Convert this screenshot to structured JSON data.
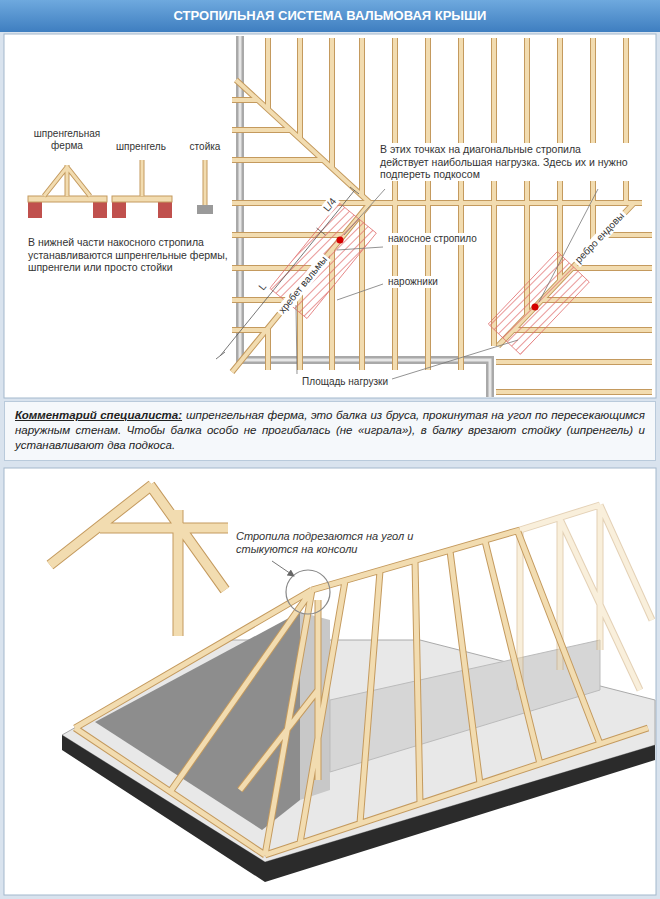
{
  "diagram": {
    "title": "СТРОПИЛЬНАЯ СИСТЕМА ВАЛЬМОВАЯ КРЫШИ",
    "nodes": [
      {
        "text": [
          "Комментарий специалиста:",
          "шпренгельная ферма, это балка из бруса, прокинутая на угол по пересекающимся наружным стенам. Чтобы балка особо не прогибалась (не «играла»), в балку врезают стойку (шпренгель) и устанавливают два подкоса."
        ]
      }
    ],
    "labels": [
      "шпренгельная ферма",
      "шпренгель",
      "стойка",
      "В нижней части накосного стропила устанавливаются шпренгельные фермы, шпренгели или просто стойки",
      "В этих точках на диагональные стропила действует наибольшая нагрузка. Здесь их и нужно подпереть подкосом",
      "L/4",
      "L",
      "хребет вальмы",
      "накосное стропило",
      "ребро ендовы",
      "нарожники",
      "Площадь нагрузки",
      "Стропила подрезаются на угол и стыкуются на консоли"
    ]
  }
}
